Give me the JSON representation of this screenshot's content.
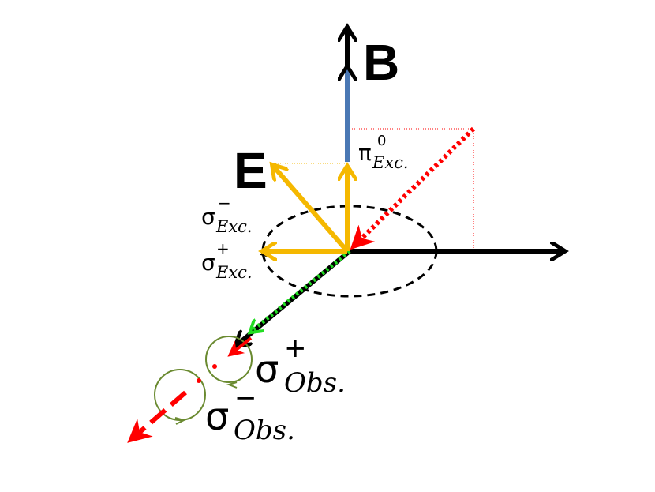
{
  "labels": {
    "B": "B",
    "E": "E",
    "pi_exc": {
      "base": "π",
      "sup": "0",
      "sub": "Exc."
    },
    "sigma_minus_exc": {
      "base": "σ",
      "sup": "−",
      "sub": "Exc."
    },
    "sigma_plus_exc": {
      "base": "σ",
      "sup": "+",
      "sub": "Exc."
    },
    "sigma_plus_obs": {
      "base": "σ",
      "sup": "+",
      "sub": "Obs."
    },
    "sigma_minus_obs": {
      "base": "σ",
      "sup": "−",
      "sub": "Obs."
    }
  },
  "colors": {
    "axis": "#000000",
    "field_b": "#4a78b4",
    "excitation": "#f5b800",
    "red_beam": "#ff0000",
    "green_beam": "#22dd22",
    "circle": "#6a8a30",
    "dashed_ellipse": "#000000"
  },
  "icons": {
    "axes": "arrow-icon",
    "polarization_circles": "circular-polarization-icon"
  }
}
